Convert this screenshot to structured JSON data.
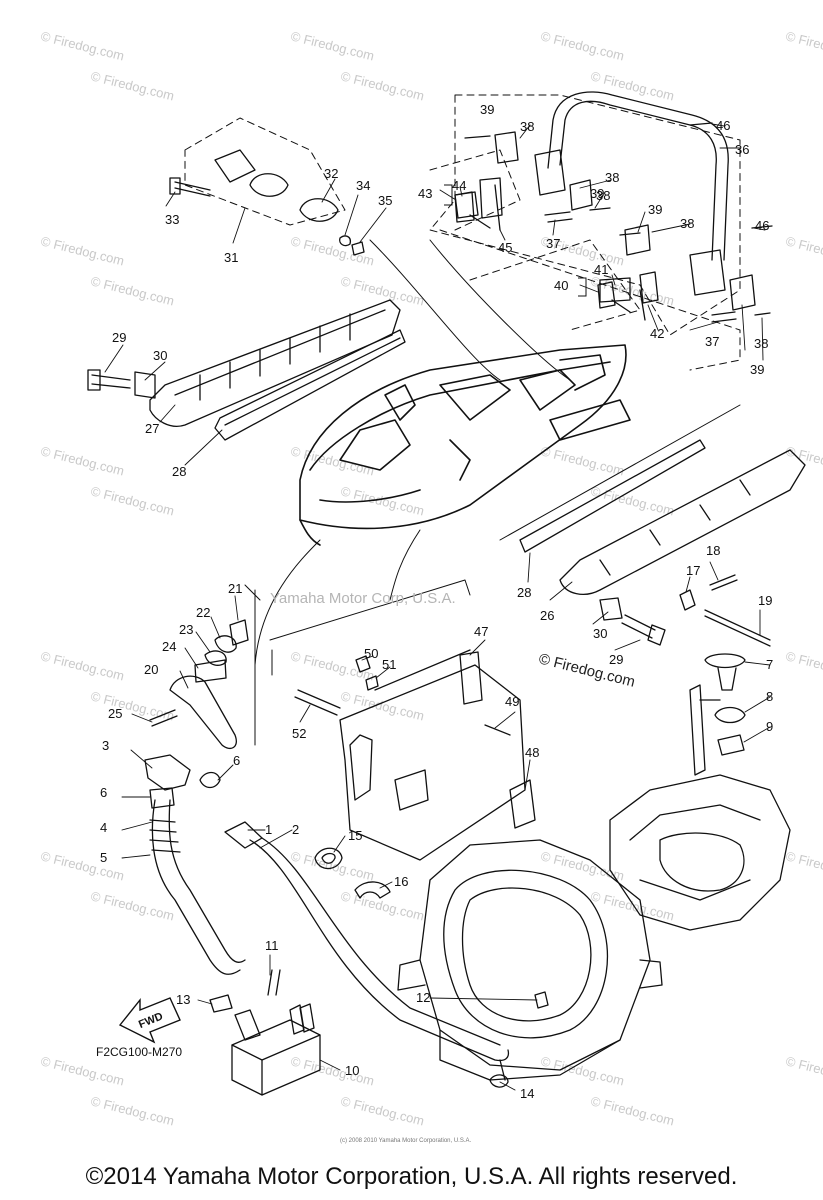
{
  "diagram": {
    "code": "F2CG100-M270",
    "fwd_label": "FWD",
    "stamp": "Yamaha Motor Corp, U.S.A.",
    "firedog_label": "© Firedog.com",
    "watermark": "© Firedog.com",
    "fine_print": "(c) 2008 2010 Yamaha Motor Corporation, U.S.A.",
    "copyright": "©2014 Yamaha Motor Corporation, U.S.A. All rights reserved.",
    "callouts": [
      "1",
      "2",
      "3",
      "4",
      "5",
      "6",
      "6",
      "7",
      "8",
      "9",
      "10",
      "11",
      "12",
      "13",
      "14",
      "15",
      "16",
      "17",
      "18",
      "19",
      "20",
      "21",
      "22",
      "23",
      "24",
      "25",
      "26",
      "27",
      "28",
      "28",
      "29",
      "29",
      "30",
      "30",
      "31",
      "32",
      "33",
      "34",
      "35",
      "36",
      "37",
      "37",
      "38",
      "38",
      "38",
      "38",
      "38",
      "39",
      "39",
      "39",
      "39",
      "40",
      "41",
      "42",
      "43",
      "44",
      "45",
      "46",
      "46",
      "47",
      "48",
      "49",
      "50",
      "51",
      "52"
    ]
  }
}
